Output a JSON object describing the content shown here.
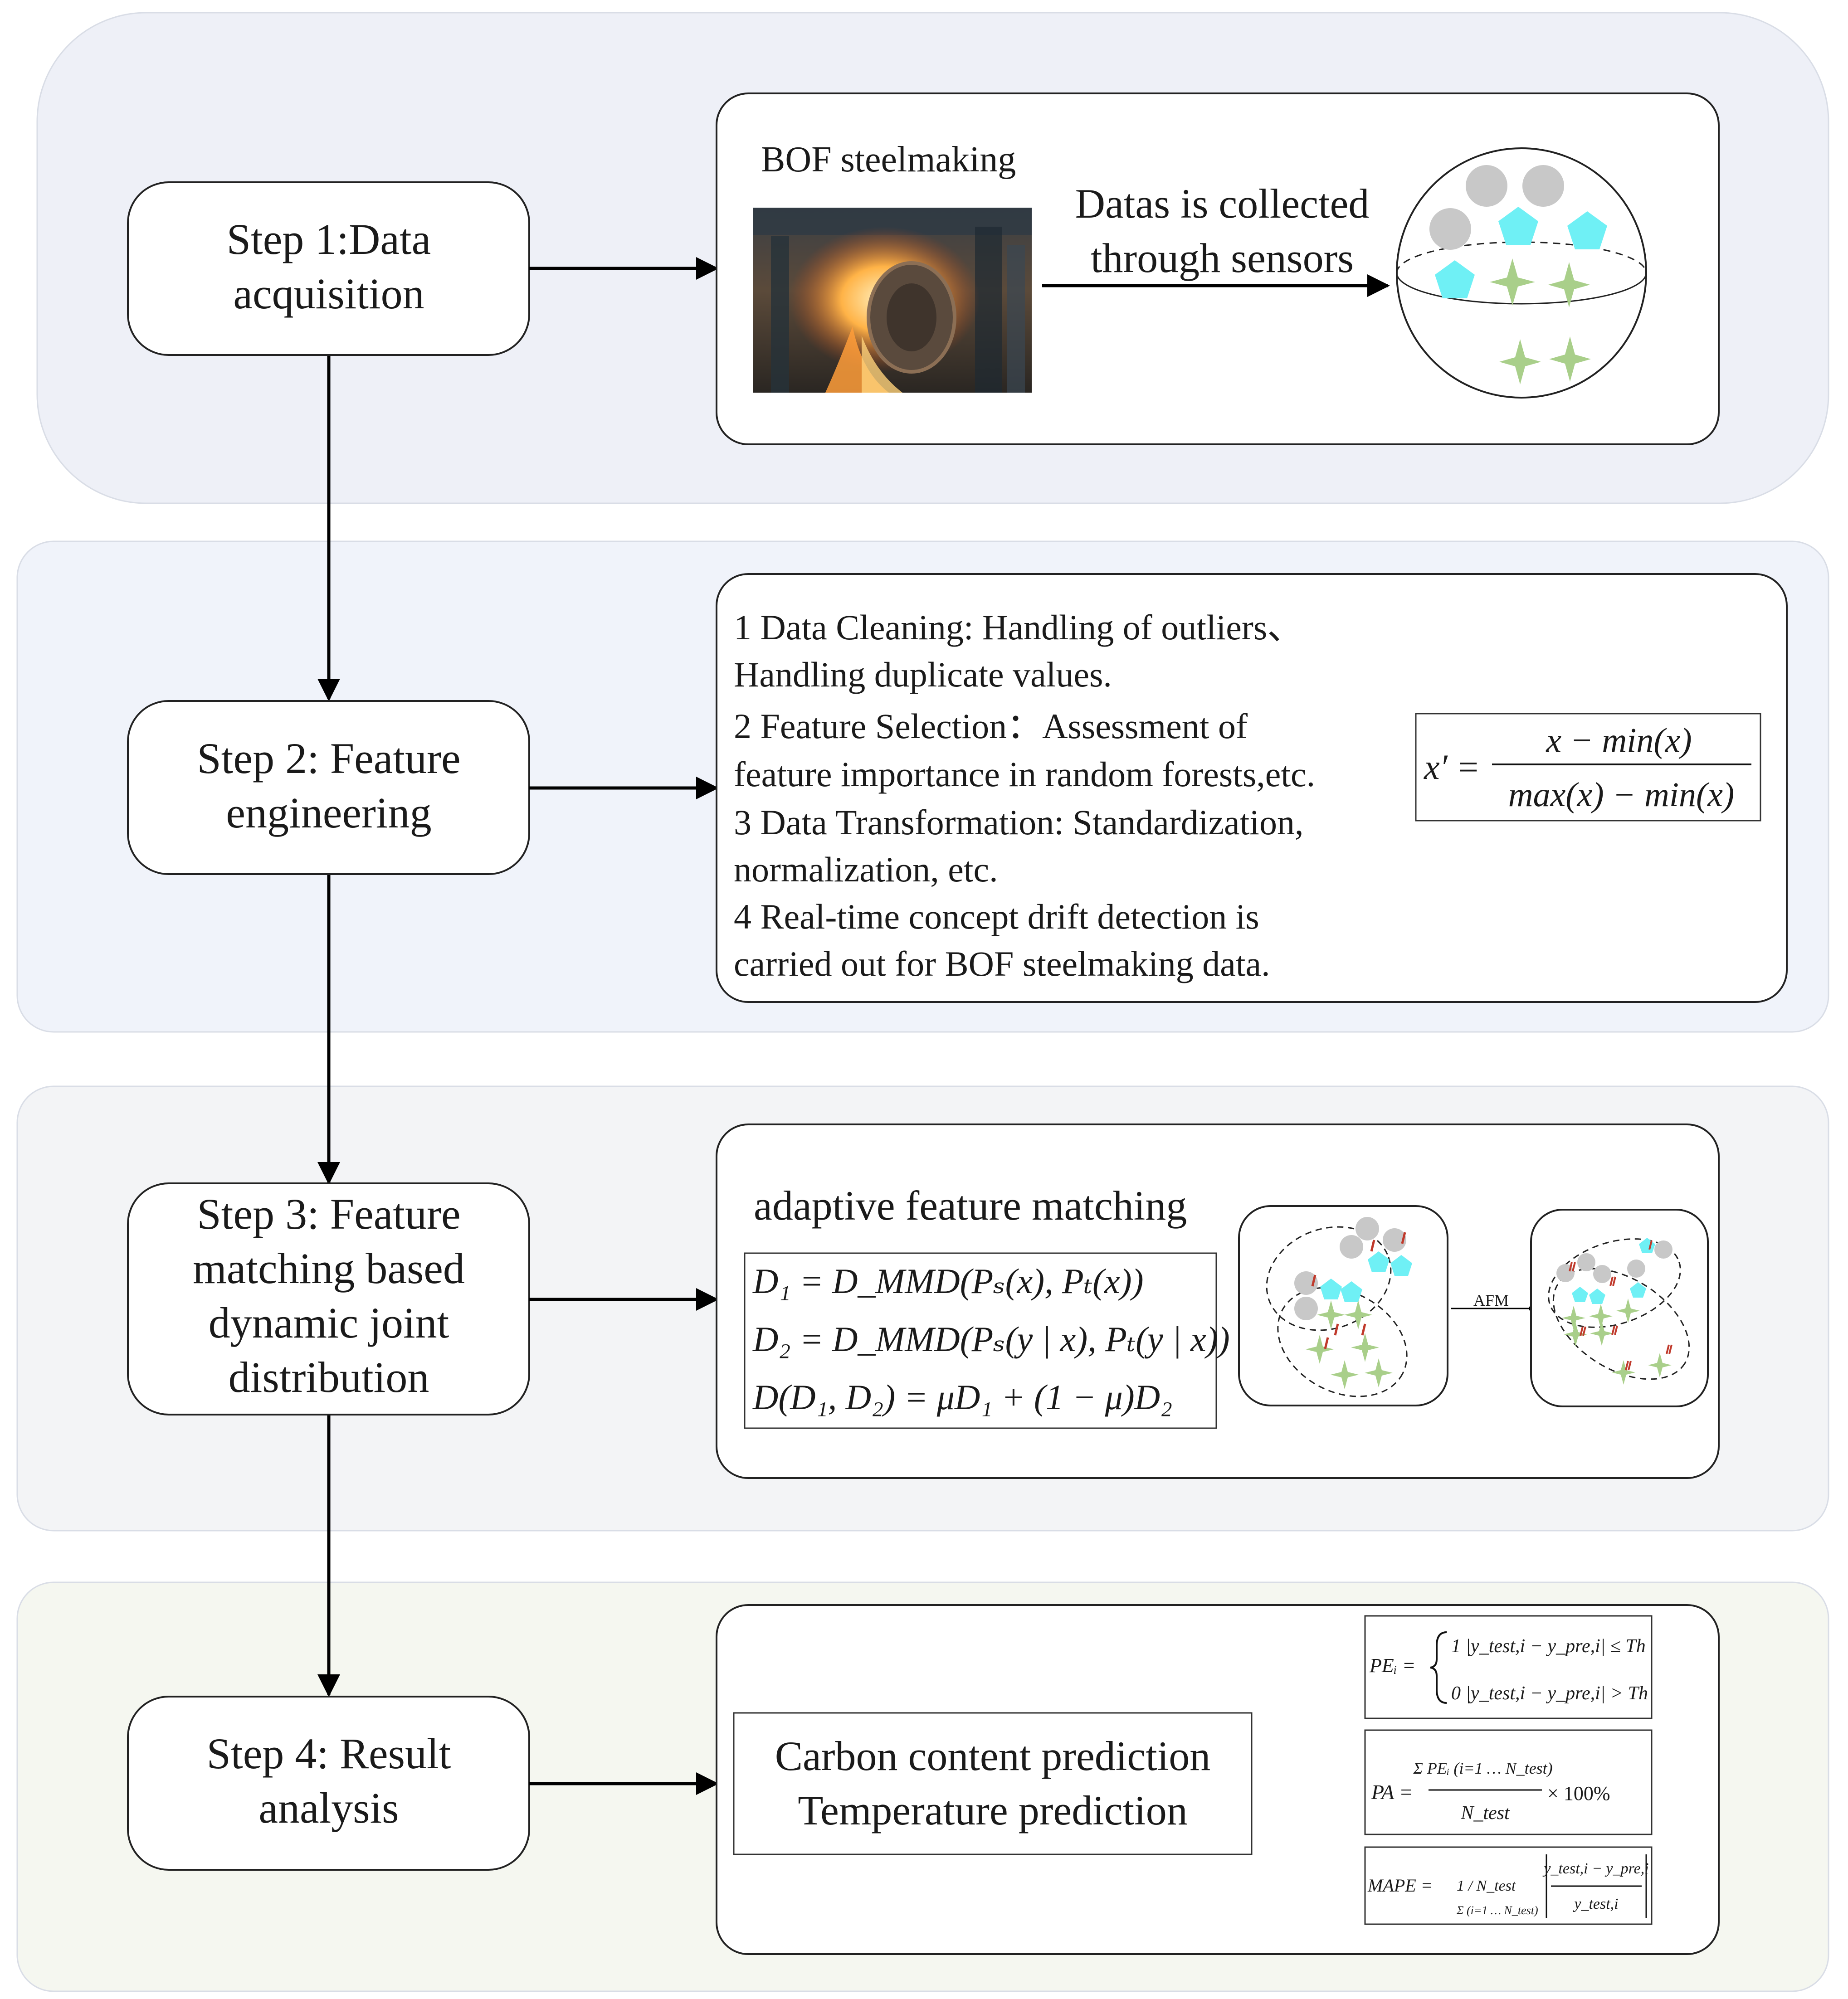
{
  "steps": [
    {
      "id": "step1",
      "lines": [
        "Step 1:Data",
        "acquisition"
      ]
    },
    {
      "id": "step2",
      "lines": [
        "Step 2: Feature",
        "engineering"
      ]
    },
    {
      "id": "step3",
      "lines": [
        "Step 3: Feature",
        "matching based",
        "dynamic joint",
        "distribution"
      ]
    },
    {
      "id": "step4",
      "lines": [
        "Step 4: Result",
        "analysis"
      ]
    }
  ],
  "panel1": {
    "photo_caption": "BOF steelmaking",
    "photo_icon": "steel-furnace-photo",
    "arrow_label_lines": [
      "Datas is collected",
      "through sensors"
    ],
    "sphere_icons": [
      "gray-circle-icon",
      "cyan-pentagon-icon",
      "green-star-icon"
    ]
  },
  "panel2": {
    "text_lines": [
      "1 Data Cleaning: Handling of outliers、",
      "Handling duplicate values.",
      "2 Feature Selection：Assessment of",
      "feature importance in random forests,etc.",
      "3 Data Transformation: Standardization,",
      "normalization, etc.",
      "4 Real-time concept drift detection is",
      "carried out for BOF steelmaking data."
    ],
    "formula": {
      "lhs": "x′ =",
      "numerator": "x − min(x)",
      "denominator": "max(x) − min(x)"
    }
  },
  "panel3": {
    "title": "adaptive feature matching",
    "equations": [
      "D₁ = D_MMD(Pₛ(x), Pₜ(x))",
      "D₂ = D_MMD(Pₛ(y | x), Pₜ(y | x))",
      "D(D₁, D₂) = μD₁ + (1 − μ)D₂"
    ],
    "afm_label": "AFM"
  },
  "panel4": {
    "predictions": [
      "Carbon content prediction",
      "Temperature prediction"
    ],
    "formula_pe": {
      "lhs": "PEᵢ =",
      "case1": "1   |y_test,i − y_pre,i| ≤ Th",
      "case2": "0   |y_test,i − y_pre,i| > Th"
    },
    "formula_pa": {
      "lhs": "PA =",
      "numerator": "Σ PEᵢ  (i=1 … N_test)",
      "denominator": "N_test",
      "tail": "× 100%"
    },
    "formula_mape": {
      "lhs": "MAPE =",
      "frac": "1 / N_test",
      "sum": "Σ (i=1 … N_test)",
      "numerator": "y_test,i − y_pre,i",
      "denominator": "y_test,i"
    }
  },
  "colors": {
    "band1": "#eef0f7",
    "band2": "#f0f3fa",
    "band3": "#f3f4f6",
    "band4": "#f5f7f0",
    "gray_dot": "#c8c8c8",
    "cyan": "#6ff0f5",
    "star": "#a9cf8a",
    "red_mark": "#c0392b"
  }
}
